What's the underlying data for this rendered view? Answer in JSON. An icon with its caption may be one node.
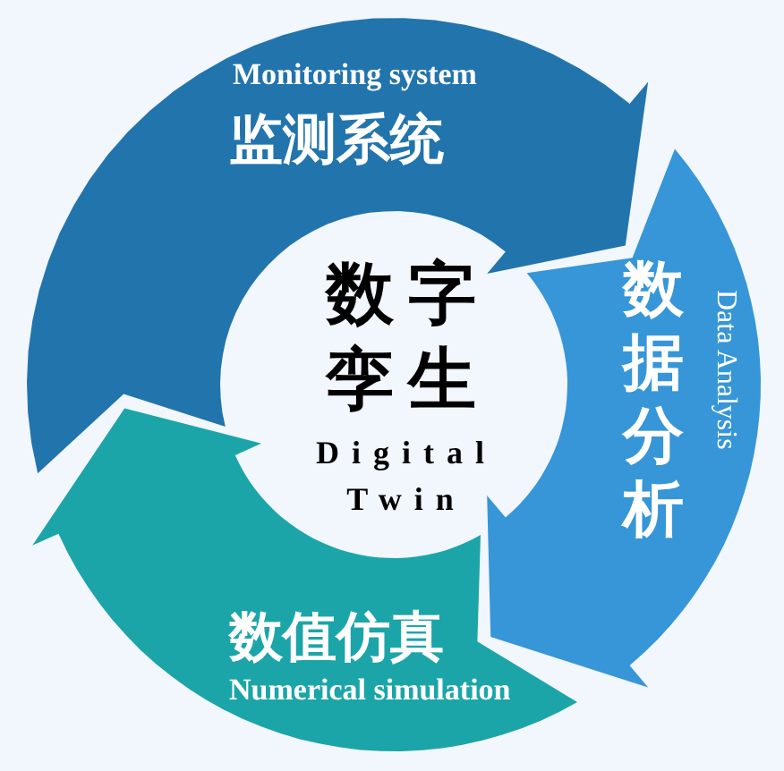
{
  "diagram": {
    "nodes": [
      {
        "text": [
          "Monitoring system",
          "监测系统"
        ]
      },
      {
        "text": [
          "数据分析",
          "Data Analysis"
        ]
      },
      {
        "text": [
          "数值仿真",
          "Numerical simulation"
        ]
      }
    ],
    "labels": [
      "数字孪生",
      "Digital Twin"
    ]
  }
}
